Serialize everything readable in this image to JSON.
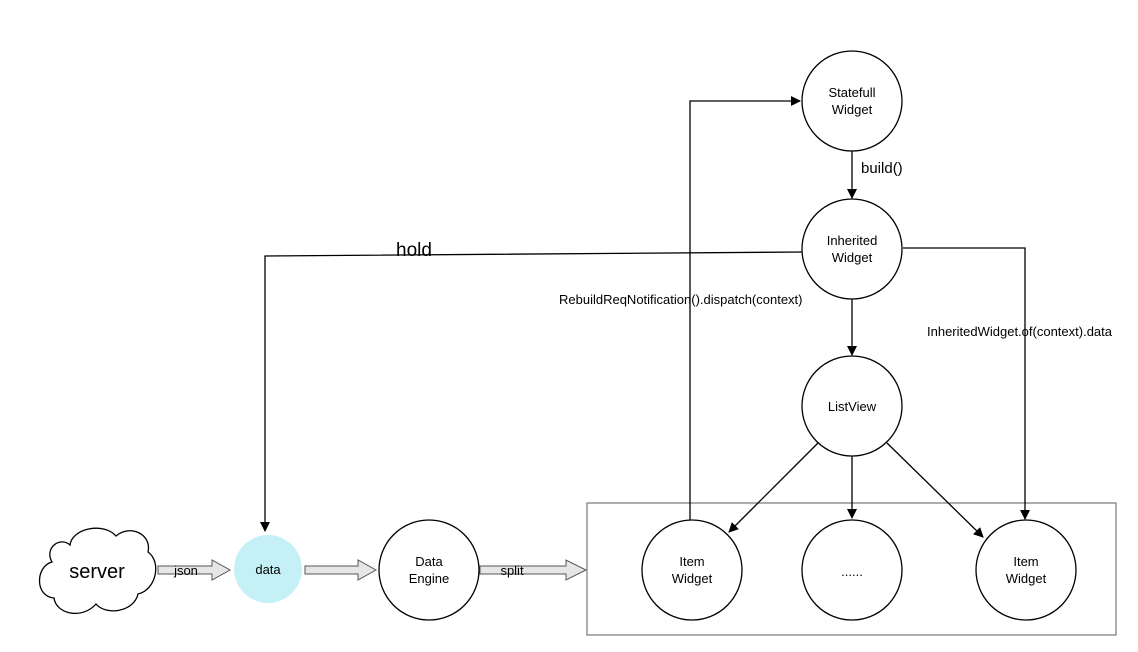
{
  "nodes": {
    "server": {
      "label": "server"
    },
    "data": {
      "label": "data",
      "fill": "#c5f1f6",
      "text_color": "#9a9a9a"
    },
    "data_engine": {
      "line1": "Data",
      "line2": "Engine"
    },
    "statefull": {
      "line1": "Statefull",
      "line2": "Widget"
    },
    "inherited": {
      "line1": "Inherited",
      "line2": "Widget"
    },
    "listview": {
      "label": "ListView"
    },
    "item_left": {
      "line1": "Item",
      "line2": "Widget"
    },
    "item_middle": {
      "label": "......"
    },
    "item_right": {
      "line1": "Item",
      "line2": "Widget"
    }
  },
  "edge_labels": {
    "json": "json",
    "split": "split",
    "build": "build()",
    "hold": "hold",
    "rebuild": "RebuildReqNotification().dispatch(context)",
    "of_context": "InheritedWidget.of(context).data"
  }
}
